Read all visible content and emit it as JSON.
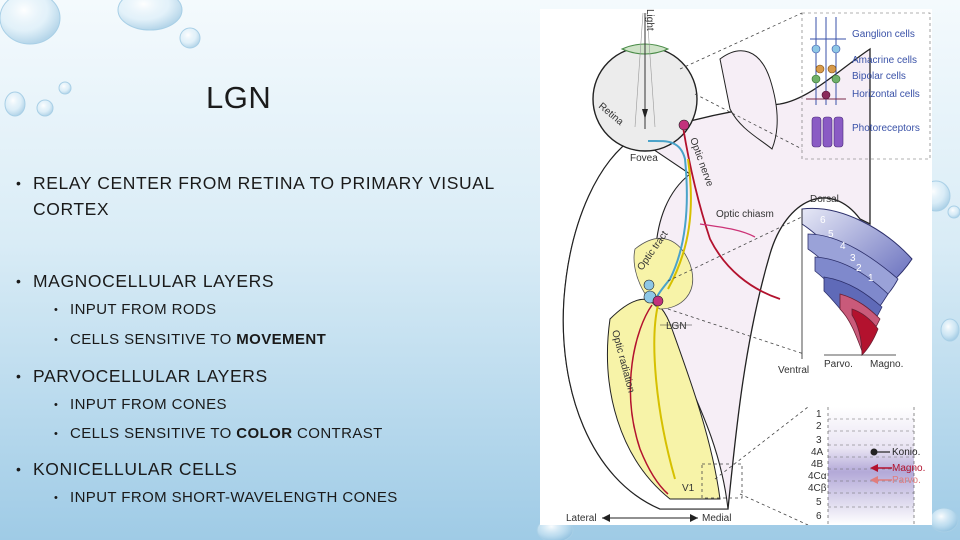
{
  "slide": {
    "title": "LGN",
    "bullets": [
      {
        "text": "RELAY CENTER FROM RETINA TO PRIMARY VISUAL CORTEX"
      },
      {
        "text": "MAGNOCELLULAR LAYERS"
      },
      {
        "text": "PARVOCELLULAR LAYERS"
      },
      {
        "text": "KONICELLULAR CELLS"
      }
    ],
    "sub": {
      "rods": "INPUT FROM RODS",
      "movement_pre": "CELLS SENSITIVE TO ",
      "movement_bold": "MOVEMENT",
      "cones": "INPUT FROM CONES",
      "color_pre": "CELLS SENSITIVE TO ",
      "color_bold": "COLOR",
      "color_post": " CONTRAST",
      "short": "INPUT FROM SHORT-WAVELENGTH CONES"
    },
    "bullet_glyph": "•"
  },
  "figure": {
    "light": "Light",
    "retina": "Retina",
    "optic_nerve": "Optic nerve",
    "fovea": "Fovea",
    "optic_chiasm": "Optic chiasm",
    "optic_tract": "Optic tract",
    "optic_radiation": "Optic radiation",
    "lgn": "LGN",
    "v1": "V1",
    "dorsal": "Dorsal",
    "ventral": "Ventral",
    "parvo": "Parvo.",
    "magno": "Magno.",
    "lateral": "Lateral",
    "medial": "Medial",
    "retina_cells": [
      "Ganglion cells",
      "Amacrine cells",
      "Bipolar cells",
      "Horizontal cells",
      "Photoreceptors"
    ],
    "lgn_layers": [
      "6",
      "5",
      "4",
      "3",
      "2",
      "1"
    ],
    "v1_layers": [
      "1",
      "2",
      "3",
      "4A",
      "4B",
      "4Cα",
      "4Cβ",
      "5",
      "6"
    ],
    "v1_inputs": [
      "Konio.",
      "Magno.",
      "Parvo."
    ],
    "colors": {
      "konio": "#222222",
      "magno": "#b3122e",
      "parvo": "#e07d7d",
      "retina_blue": "#3a52a8"
    }
  }
}
